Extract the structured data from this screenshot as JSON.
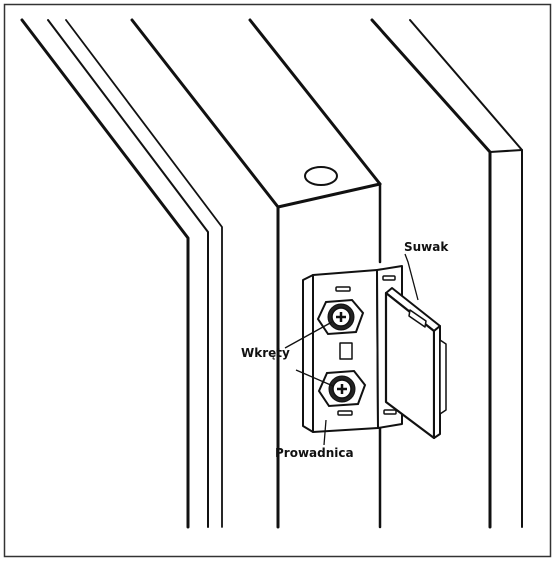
{
  "diagram": {
    "labels": {
      "slider": "Suwak",
      "screws": "Wkręty",
      "guide": "Prowadnica"
    }
  }
}
